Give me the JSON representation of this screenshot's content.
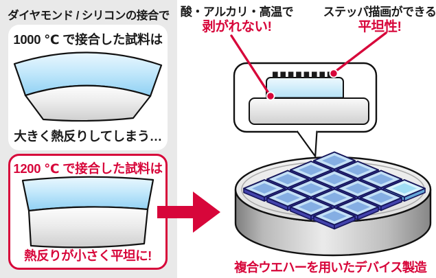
{
  "header": {
    "title": "ダイヤモンド / シリコンの接合で"
  },
  "panels": {
    "high_warp": {
      "title": "1000 ℃ で接合した試料は",
      "caption": "大きく熱反りしてしまう…"
    },
    "low_warp": {
      "title": "1200 ℃ で接合した試料は",
      "caption": "熱反りが小さく平坦に!"
    }
  },
  "annotations": {
    "peel_resistance": {
      "line1": "酸・アルカリ・高温で",
      "line2": "剥がれない!"
    },
    "flatness": {
      "line1": "ステッパ描画ができる",
      "line2": "平坦性!"
    }
  },
  "wafer": {
    "caption": "複合ウエハーを用いたデバイス製造",
    "grid_rows": 4,
    "grid_cols": 4,
    "light_tile_row": 0,
    "light_tile_col": 3
  },
  "icons": {
    "arrow": "right-arrow",
    "callout_box": "speech-bubble-callout",
    "pointer_dot": "red-callout-dot"
  },
  "colors": {
    "accent_red": "#d7063a",
    "column_bg": "#e9e9e9",
    "panel_bg": "#ffffff",
    "outline_black": "#111111",
    "sample_blue": "#9fd7f3",
    "sample_gray": "#d9d9d9",
    "chip_blue": "#cdeefb",
    "tile_face": "#85aee3",
    "tile_band": "#c4e0f6",
    "tile_side": "#4343ac",
    "tile_border": "#15155a",
    "tile_light_face": "#a0ddf4",
    "tile_light_band": "#d8f3fc",
    "tile_light_side": "#67a8d9",
    "wafer_gray": "#b5b5b5"
  }
}
